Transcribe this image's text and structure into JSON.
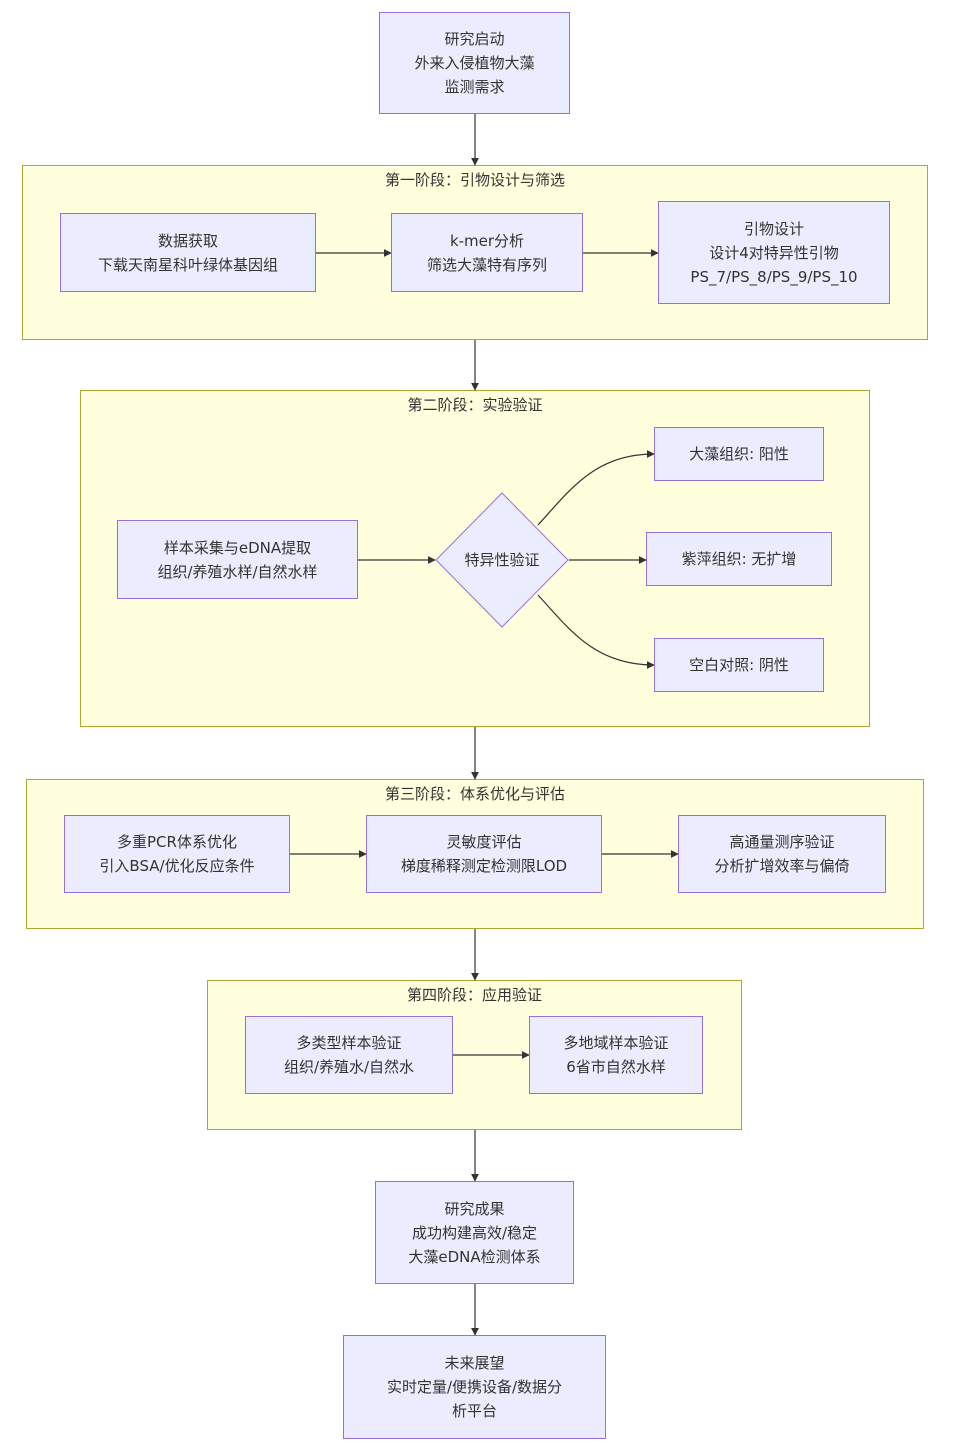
{
  "colors": {
    "node_fill": "#ececff",
    "node_border": "#9370db",
    "cluster_fill": "#ffffde",
    "cluster_border": "#aaaa33",
    "edge": "#333333"
  },
  "start": {
    "lines": [
      "研究启动",
      "外来入侵植物大藻",
      "监测需求"
    ]
  },
  "phase1": {
    "title": "第一阶段：引物设计与筛选",
    "data_acquisition": {
      "lines": [
        "数据获取",
        "下载天南星科叶绿体基因组"
      ]
    },
    "kmer_analysis": {
      "lines": [
        "k-mer分析",
        "筛选大藻特有序列"
      ]
    },
    "primer_design": {
      "lines": [
        "引物设计",
        "设计4对特异性引物",
        "PS_7/PS_8/PS_9/PS_10"
      ]
    }
  },
  "phase2": {
    "title": "第二阶段：实验验证",
    "sample_collection": {
      "lines": [
        "样本采集与eDNA提取",
        "组织/养殖水样/自然水样"
      ]
    },
    "specificity_check": {
      "label": "特异性验证"
    },
    "result_dazao": {
      "lines": [
        "大藻组织: 阳性"
      ]
    },
    "result_ziping": {
      "lines": [
        "紫萍组织: 无扩增"
      ]
    },
    "result_blank": {
      "lines": [
        "空白对照: 阴性"
      ]
    }
  },
  "phase3": {
    "title": "第三阶段：体系优化与评估",
    "multiplex_pcr": {
      "lines": [
        "多重PCR体系优化",
        "引入BSA/优化反应条件"
      ]
    },
    "sensitivity": {
      "lines": [
        "灵敏度评估",
        "梯度稀释测定检测限LOD"
      ]
    },
    "ngs_validation": {
      "lines": [
        "高通量测序验证",
        "分析扩增效率与偏倚"
      ]
    }
  },
  "phase4": {
    "title": "第四阶段：应用验证",
    "multi_type": {
      "lines": [
        "多类型样本验证",
        "组织/养殖水/自然水"
      ]
    },
    "multi_region": {
      "lines": [
        "多地域样本验证",
        "6省市自然水样"
      ]
    }
  },
  "outcome": {
    "lines": [
      "研究成果",
      "成功构建高效/稳定",
      "大藻eDNA检测体系"
    ]
  },
  "outlook": {
    "lines": [
      "未来展望",
      "实时定量/便携设备/数据分",
      "析平台"
    ]
  }
}
